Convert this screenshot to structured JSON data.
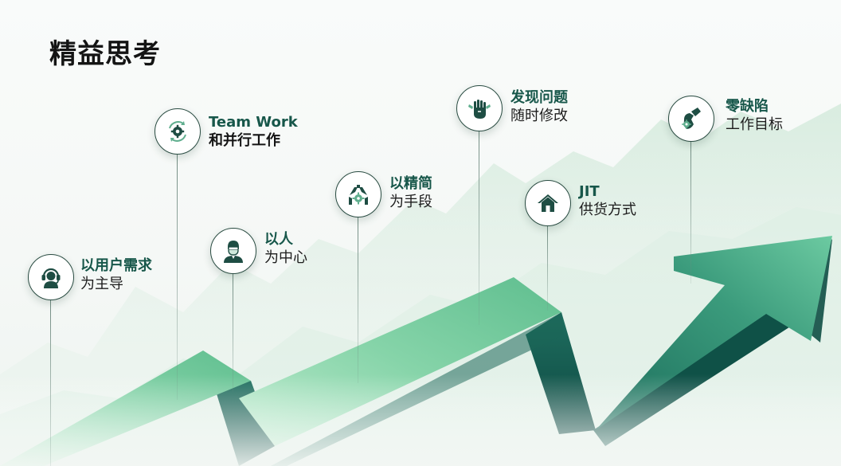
{
  "title": "精益思考",
  "colors": {
    "accent": "#17574a",
    "arrow_light": "#9fe0bb",
    "arrow_dark": "#0f4f45"
  },
  "items": [
    {
      "head": "以用户需求",
      "sub": "为主导",
      "icon": "headset-user-icon"
    },
    {
      "head": "Team Work",
      "sub": "和并行工作",
      "icon": "gear-cycle-icon"
    },
    {
      "head": "以人",
      "sub": "为中心",
      "icon": "person-icon"
    },
    {
      "head": "以精简",
      "sub": "为手段",
      "icon": "gear-hands-icon"
    },
    {
      "head": "发现问题",
      "sub": "随时修改",
      "icon": "glove-wrench-icon"
    },
    {
      "head": "JIT",
      "sub": "供货方式",
      "icon": "house-icon"
    },
    {
      "head": "零缺陷",
      "sub": "工作目标",
      "icon": "hand-gear-icon"
    }
  ]
}
